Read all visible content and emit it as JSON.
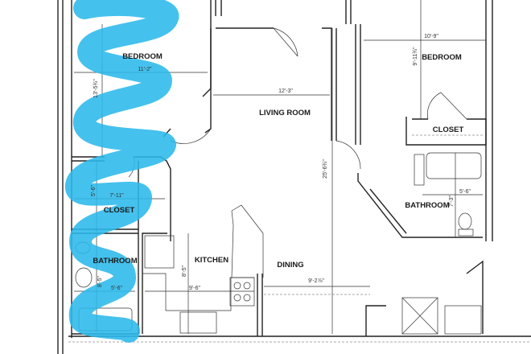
{
  "rooms": {
    "bedroom_left": {
      "name": "BEDROOM",
      "width": "11'-2\"",
      "depth": "13'-5¾\""
    },
    "closet_left": {
      "name": "CLOSET",
      "width": "7'-11\"",
      "depth": "5'-6\""
    },
    "bathroom_left": {
      "name": "BATHROOM",
      "width": "5'-6\"",
      "depth": "8'-5\""
    },
    "living_room": {
      "name": "LIVING ROOM",
      "width": "12'-3\"",
      "depth": "25'-6¾\""
    },
    "kitchen": {
      "name": "KITCHEN",
      "width": "9'-6\"",
      "depth": "8'-5\""
    },
    "dining": {
      "name": "DINING",
      "width": "9'-2⅞\""
    },
    "bedroom_right": {
      "name": "BEDROOM",
      "width": "10'-9\"",
      "depth": "9'-11¾\""
    },
    "closet_right": {
      "name": "CLOSET"
    },
    "bathroom_right": {
      "name": "BATHROOM",
      "width": "5'-6\"",
      "depth": "7'-3\""
    }
  },
  "colors": {
    "highlight": "#2bb8ea",
    "walls": "#222222"
  }
}
